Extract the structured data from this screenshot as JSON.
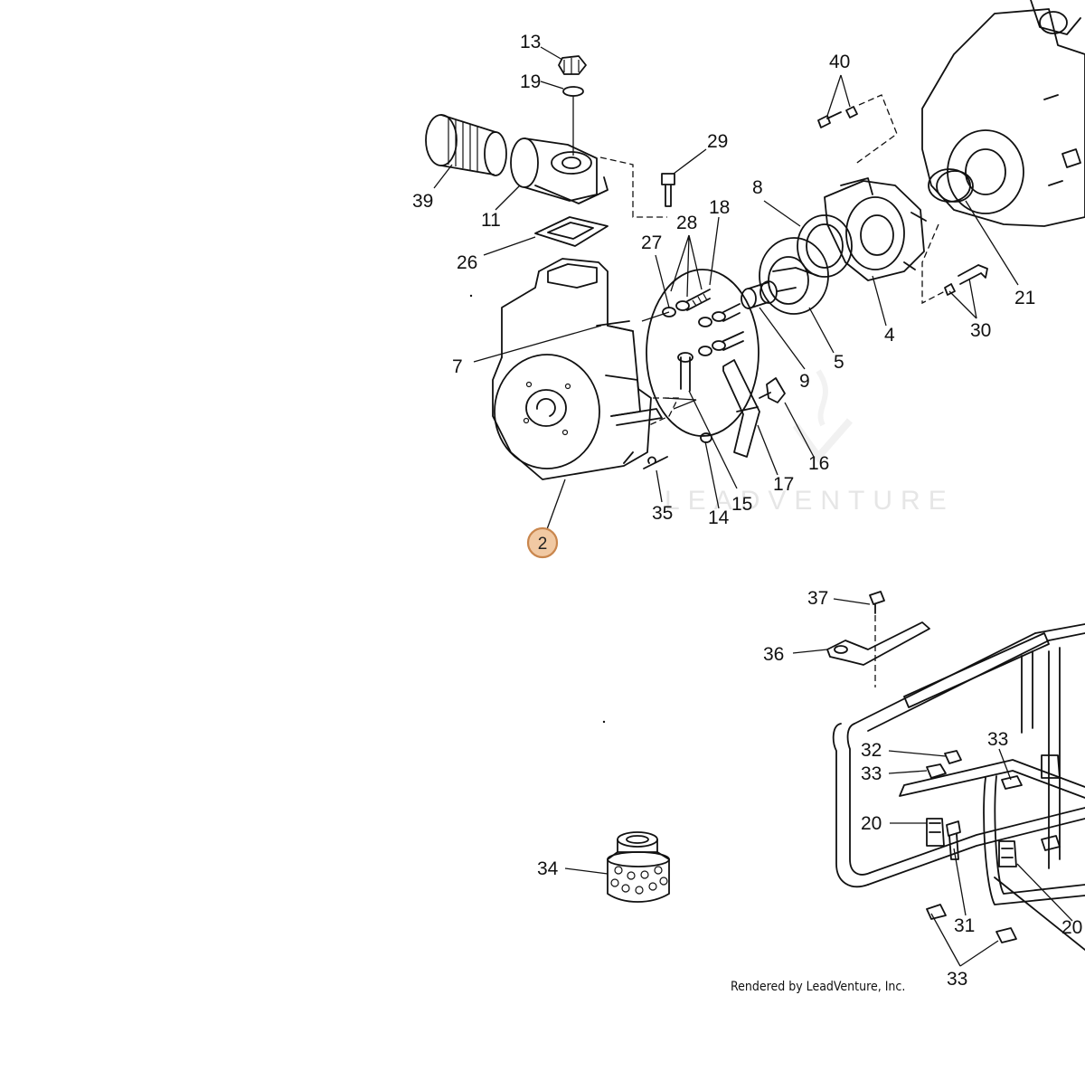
{
  "diagram": {
    "watermark": "LEADVENTURE",
    "credit": "Rendered by LeadVenture, Inc.",
    "selected_part": "2",
    "callouts": [
      "13",
      "19",
      "29",
      "40",
      "39",
      "11",
      "28",
      "18",
      "8",
      "27",
      "26",
      "21",
      "7",
      "4",
      "30",
      "5",
      "9",
      "16",
      "17",
      "35",
      "14",
      "15",
      "37",
      "36",
      "33",
      "32",
      "33",
      "20",
      "34",
      "31",
      "20",
      "33"
    ]
  }
}
